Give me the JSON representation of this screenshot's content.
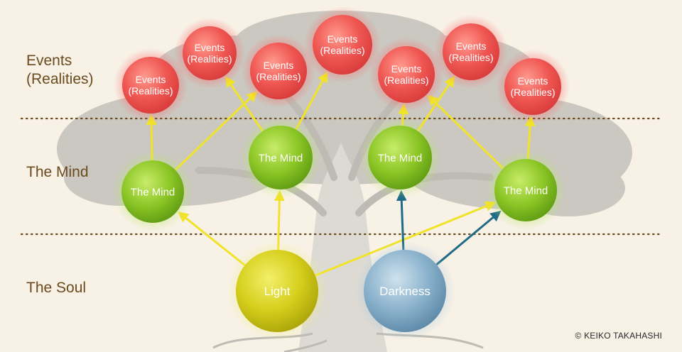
{
  "row_labels": {
    "events_line1": "Events",
    "events_line2": "(Realities)",
    "mind": "The Mind",
    "soul": "The Soul"
  },
  "nodes": {
    "event_line1": "Events",
    "event_line2": "(Realities)",
    "mind": "The Mind",
    "light": "Light",
    "darkness": "Darkness"
  },
  "copyright": "© KEIKO TAKAHASHI",
  "colors": {
    "background": "#f7f1e6",
    "event": "#ea4a4a",
    "mind": "#7dbb1e",
    "light": "#c7c010",
    "darkness": "#6f9bb8",
    "arrow_light": "#f1e32a",
    "arrow_dark": "#1f6c86",
    "label_text": "#6b4a1e"
  }
}
